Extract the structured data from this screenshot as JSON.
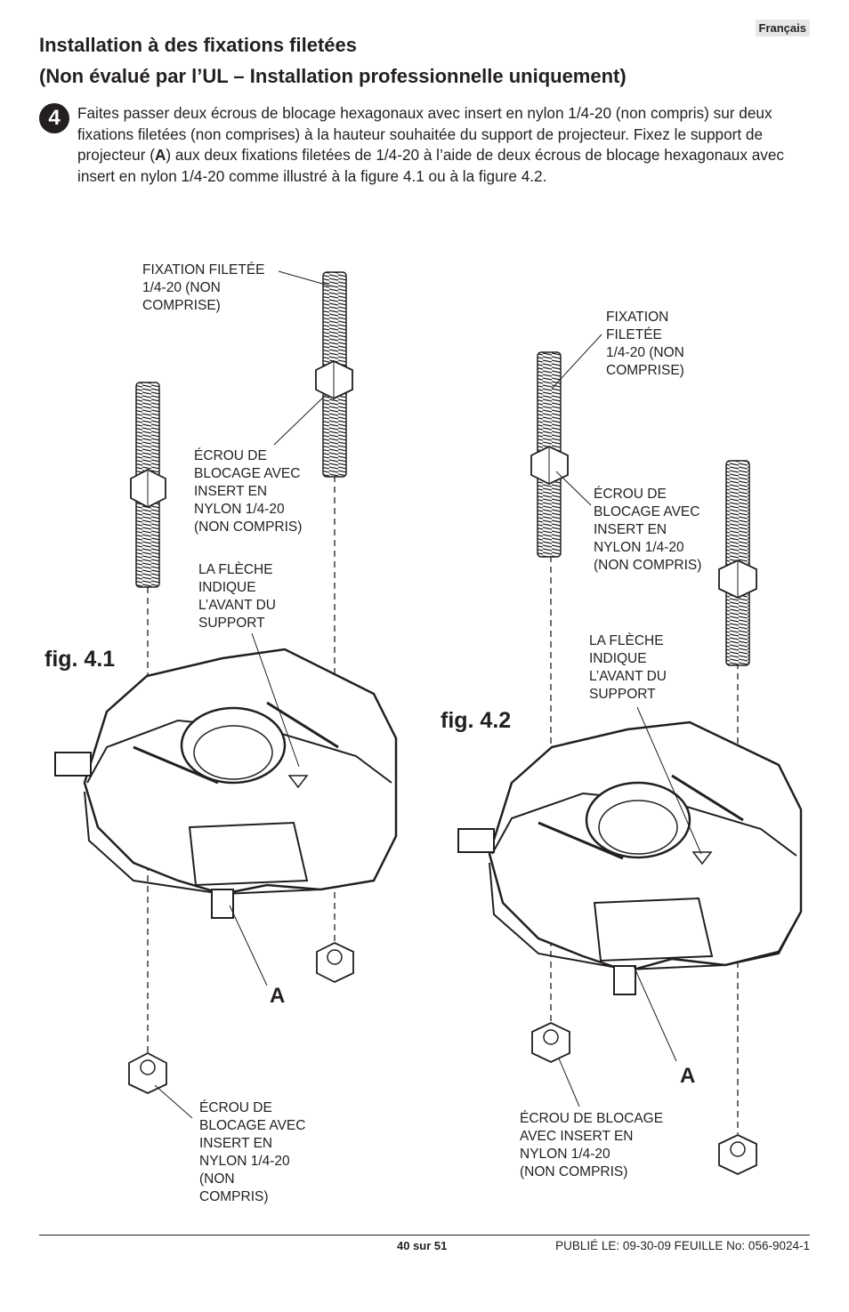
{
  "header": {
    "language": "Français"
  },
  "title": {
    "line1": "Installation à des fixations filetées",
    "line2": "(Non évalué par l’UL – Installation professionnelle uniquement)"
  },
  "step": {
    "number": "4",
    "text_part1": "Faites passer deux écrous de blocage hexagonaux avec insert en nylon 1/4-20 (non compris) sur deux fixations filetées (non comprises) à la hauteur souhaitée du support de projecteur. Fixez le support de projecteur (",
    "text_bold": "A",
    "text_part2": ") aux deux fixations filetées de 1/4-20 à l’aide de deux écrous de blocage hexagonaux avec insert en nylon 1/4-20 comme illustré à la figure 4.1 ou à la figure 4.2."
  },
  "figures": {
    "fig1_label": "fig. 4.1",
    "fig2_label": "fig. 4.2",
    "part_letter": "A",
    "fig1": {
      "rod_label": "FIXATION FILETÉE\n1/4-20 (NON\nCOMPRISE)",
      "nut_label": "ÉCROU DE\nBLOCAGE AVEC\nINSERT EN\nNYLON 1/4-20\n(NON COMPRIS)",
      "arrow_label": "LA FLÈCHE\nINDIQUE\nL’AVANT DU\nSUPPORT",
      "bottom_nut_label": "ÉCROU DE\nBLOCAGE AVEC\nINSERT EN\nNYLON 1/4-20\n(NON\nCOMPRIS)"
    },
    "fig2": {
      "rod_label": "FIXATION\nFILETÉE\n1/4-20 (NON\nCOMPRISE)",
      "nut_label": "ÉCROU DE\nBLOCAGE AVEC\nINSERT EN\nNYLON 1/4-20\n(NON COMPRIS)",
      "arrow_label": "LA FLÈCHE\nINDIQUE\nL’AVANT DU\nSUPPORT",
      "bottom_nut_label": "ÉCROU DE BLOCAGE\nAVEC INSERT EN\nNYLON 1/4-20\n(NON COMPRIS)"
    }
  },
  "footer": {
    "page": "40 sur 51",
    "published": "PUBLIÉ LE: 09-30-09   FEUILLE No: 056-9024-1"
  }
}
